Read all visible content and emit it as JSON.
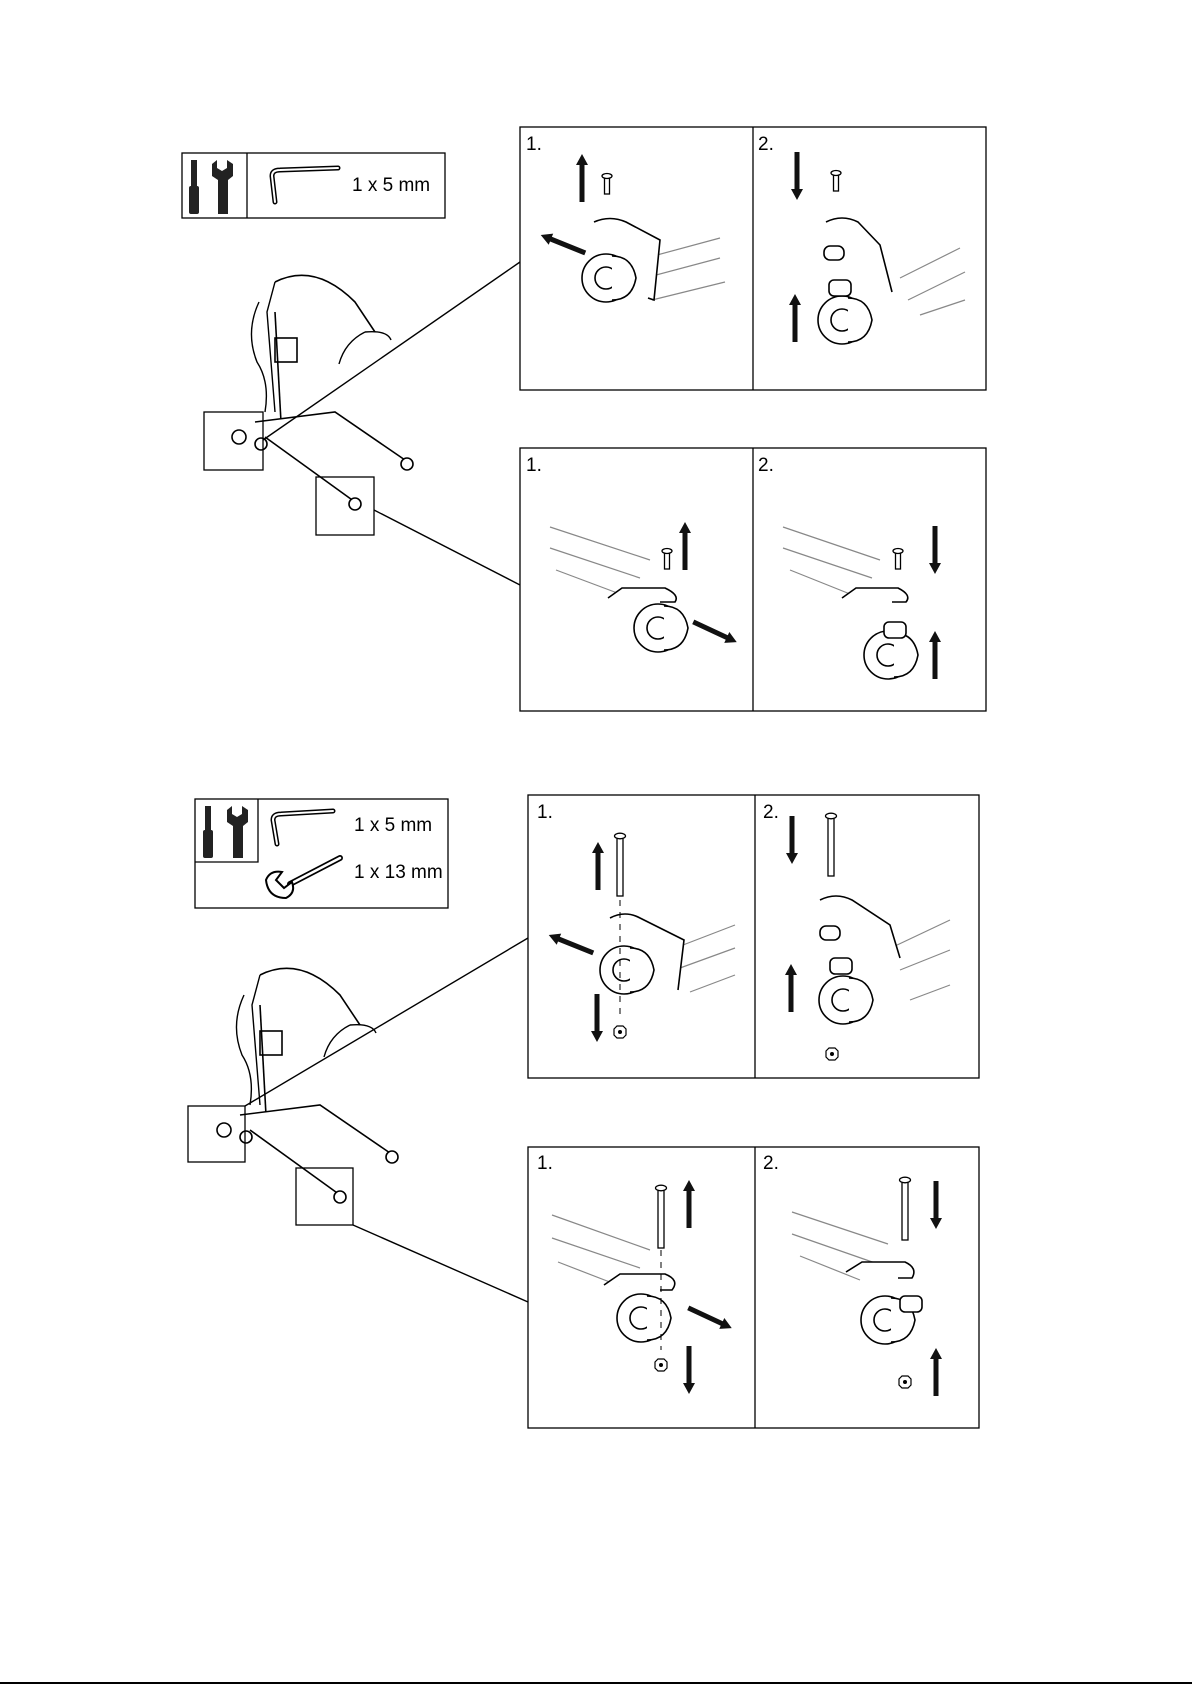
{
  "section_top": {
    "tools": [
      {
        "icon": "hex-key-icon",
        "label": "1 x 5 mm"
      }
    ],
    "panels": {
      "front_caster": {
        "step1": "1.",
        "step2": "2."
      },
      "rear_caster": {
        "step1": "1.",
        "step2": "2."
      }
    }
  },
  "section_bottom": {
    "tools": [
      {
        "icon": "hex-key-icon",
        "label": "1 x 5 mm"
      },
      {
        "icon": "open-wrench-icon",
        "label": "1 x 13 mm"
      }
    ],
    "panels": {
      "front_caster": {
        "step1": "1.",
        "step2": "2."
      },
      "rear_caster": {
        "step1": "1.",
        "step2": "2."
      }
    }
  }
}
